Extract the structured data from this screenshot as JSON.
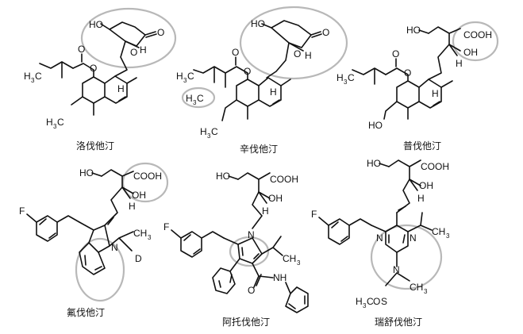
{
  "figure": {
    "molecules": [
      {
        "id": "lovastatin",
        "caption": "洛伐他汀"
      },
      {
        "id": "simvastatin",
        "caption": "辛伐他汀"
      },
      {
        "id": "pravastatin",
        "caption": "普伐他汀"
      },
      {
        "id": "fluvastatin",
        "caption": "氟伐他汀"
      },
      {
        "id": "atorvastatin",
        "caption": "阿托伐他汀"
      },
      {
        "id": "rosuvastatin",
        "caption": "瑞舒伐他汀"
      }
    ],
    "atom_labels": {
      "HO": "HO",
      "O": "O",
      "OH": "OH",
      "H": "H",
      "F": "F",
      "D": "D",
      "N": "N",
      "S": "S",
      "COOH": "COOH",
      "C": "C",
      "H3": "3",
      "CH": "CH",
      "NH": "NH",
      "H3C": "H"
    },
    "highlight_color": "#b8b8b8"
  }
}
